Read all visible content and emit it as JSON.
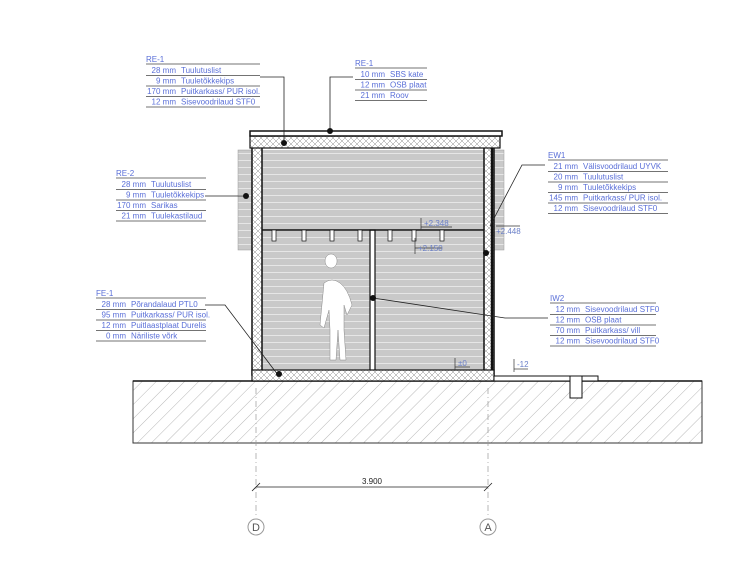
{
  "colors": {
    "label": "#5a6fd8",
    "siding": "#c8c8c8",
    "line": "#111111"
  },
  "callouts": [
    {
      "id": "re1-left",
      "title": "RE-1",
      "rows": [
        [
          "28 mm",
          "Tuulutuslist"
        ],
        [
          "9 mm",
          "Tuuletõkkekips"
        ],
        [
          "170 mm",
          "Puitkarkass/ PUR isol."
        ],
        [
          "12 mm",
          "Sisevoodrilaud STF0"
        ]
      ]
    },
    {
      "id": "re1-right",
      "title": "RE-1",
      "rows": [
        [
          "10 mm",
          "SBS kate"
        ],
        [
          "12 mm",
          "OSB plaat"
        ],
        [
          "21 mm",
          "Roov"
        ]
      ]
    },
    {
      "id": "re2",
      "title": "RE-2",
      "rows": [
        [
          "28 mm",
          "Tuulutuslist"
        ],
        [
          "9 mm",
          "Tuuletõkkekips"
        ],
        [
          "170 mm",
          "Sarikas"
        ],
        [
          "21 mm",
          "Tuulekastilaud"
        ]
      ]
    },
    {
      "id": "ew1",
      "title": "EW1",
      "rows": [
        [
          "21 mm",
          "Välisvoodrilaud UYVK"
        ],
        [
          "20 mm",
          "Tuulutuslist"
        ],
        [
          "9 mm",
          "Tuuletõkkekips"
        ],
        [
          "145 mm",
          "Puitkarkass/ PUR isol."
        ],
        [
          "12 mm",
          "Sisevoodrilaud STF0"
        ]
      ]
    },
    {
      "id": "fe1",
      "title": "FE-1",
      "rows": [
        [
          "28 mm",
          "Põrandalaud PTL0"
        ],
        [
          "95 mm",
          "Puitkarkass/ PUR isol."
        ],
        [
          "12 mm",
          "Puitlaastplaat Durelis"
        ],
        [
          "0 mm",
          "Näriliste võrk"
        ]
      ]
    },
    {
      "id": "iw2",
      "title": "IW2",
      "rows": [
        [
          "12 mm",
          "Sisevoodrilaud STF0"
        ],
        [
          "12 mm",
          "OSB plaat"
        ],
        [
          "70 mm",
          "Puitkarkass/ vill"
        ],
        [
          "12 mm",
          "Sisevoodrilaud STF0"
        ]
      ]
    }
  ],
  "levels": {
    "shelf_top": "+2.348",
    "eave": "+2.448",
    "shelf_bottom": "+2.150",
    "floor": "±0",
    "ground": "-12"
  },
  "dimension": "3.900",
  "axes": {
    "left": "D",
    "right": "A"
  }
}
